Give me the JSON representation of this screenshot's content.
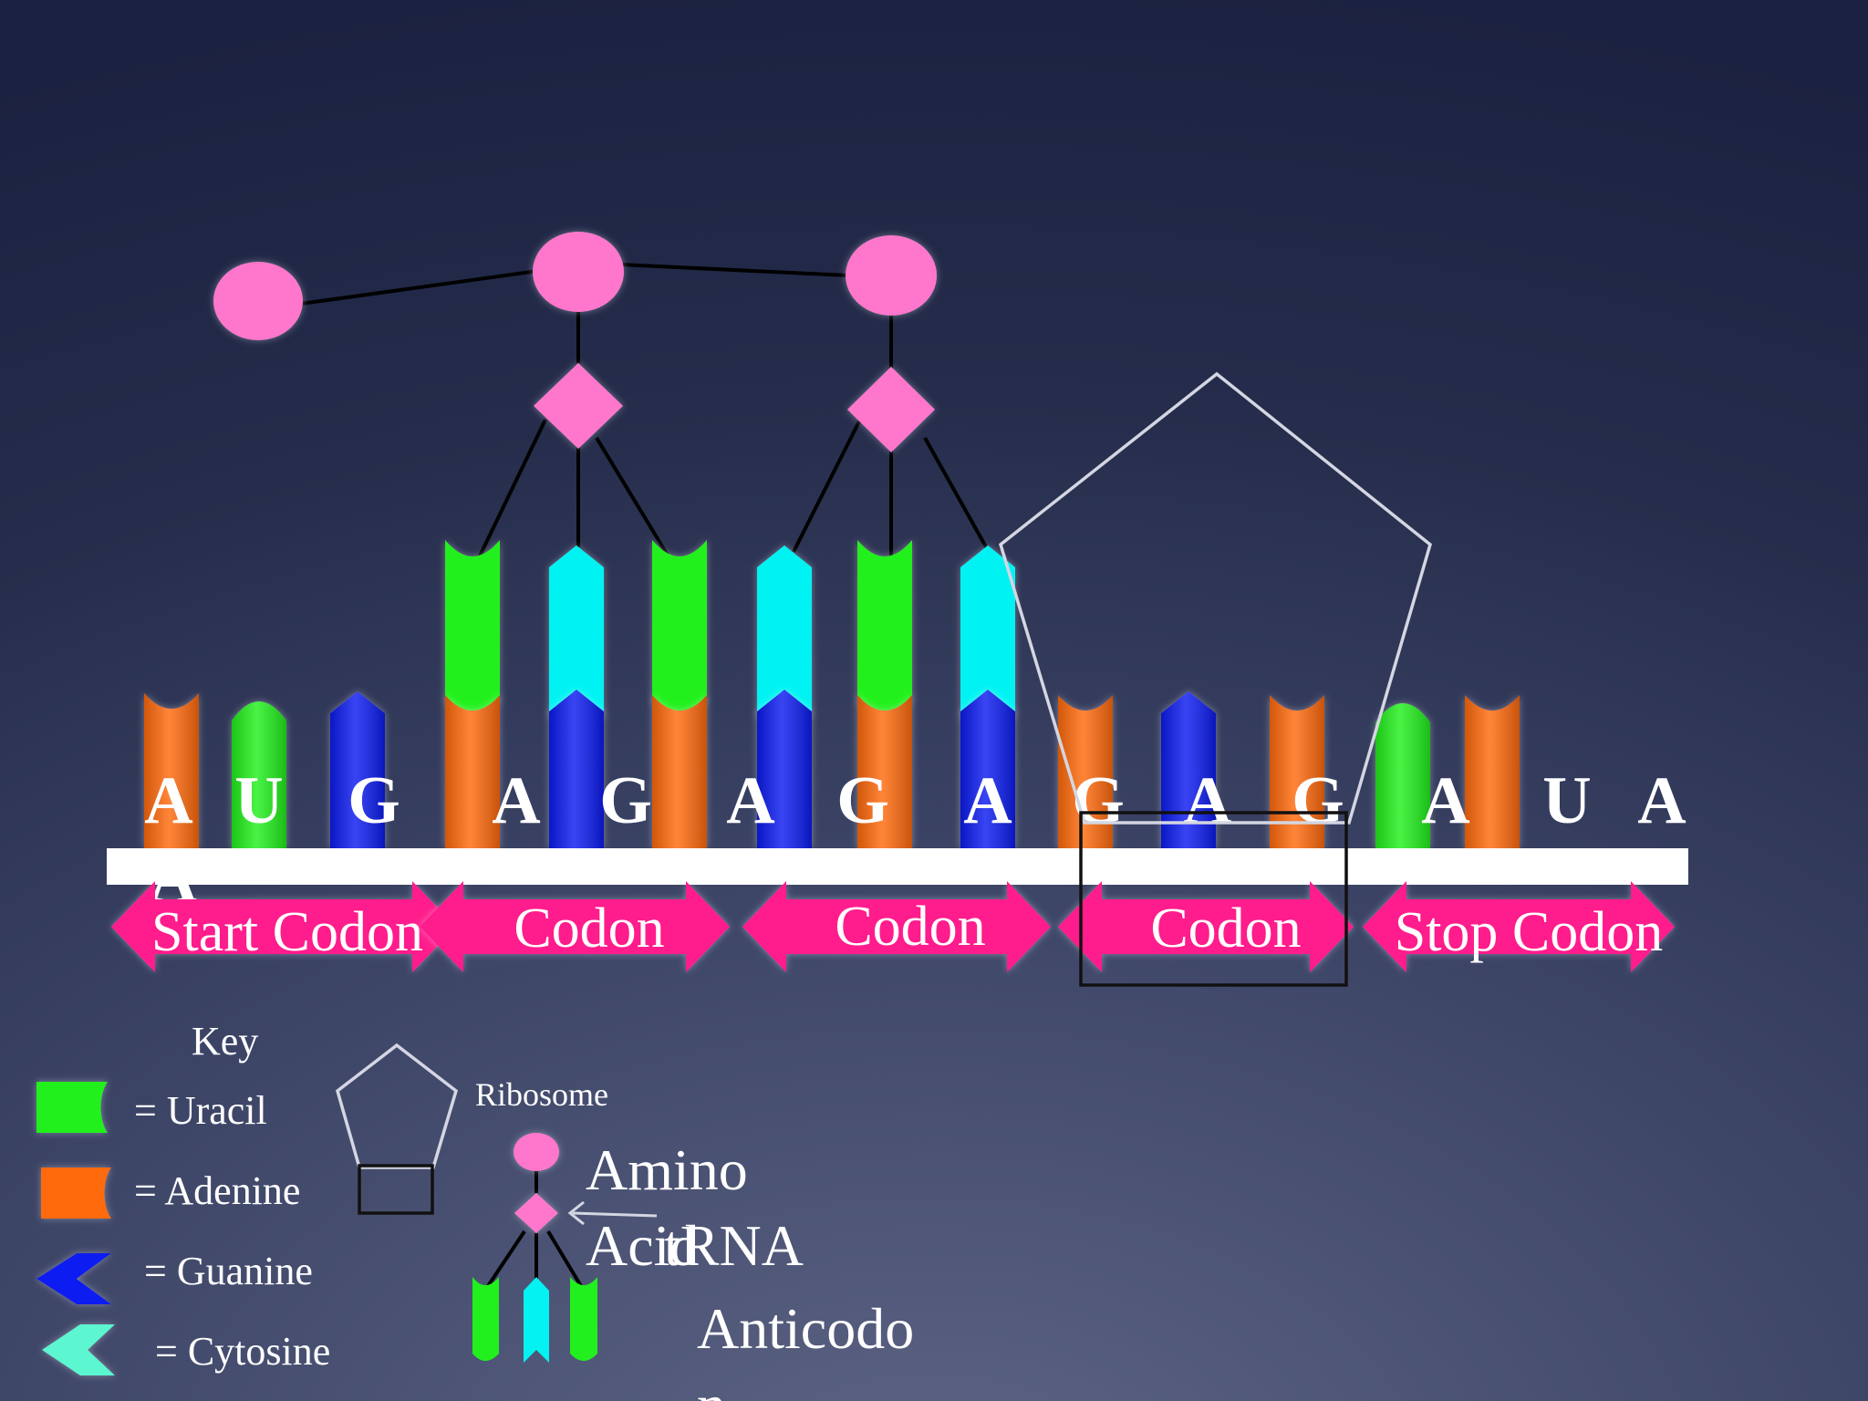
{
  "colors": {
    "uracil": "#22f01e",
    "adenine": "#ff6a0a",
    "guanine": "#0a1ef0",
    "cytosine": "#05f2f2",
    "cytosine_key": "#5cf6d0",
    "amino_acid": "#ff77cc",
    "arrow": "#ff1a8c",
    "strand": "#ffffff",
    "ribosome": "#d4d6e2"
  },
  "mrna": {
    "bases": [
      "A",
      "U",
      "G",
      "A",
      "G",
      "A",
      "G",
      "A",
      "G",
      "A",
      "G",
      "A",
      "U",
      "A"
    ],
    "stray_letter": "A"
  },
  "trna_bases": [
    "U",
    "C",
    "U",
    "C",
    "U",
    "C"
  ],
  "codons": {
    "start": "Start Codon",
    "codon_1": "Codon",
    "codon_2": "Codon",
    "codon_3": "Codon",
    "stop": "Stop Codon"
  },
  "key": {
    "title": "Key",
    "uracil": "= Uracil",
    "adenine": "= Adenine",
    "guanine": "= Guanine",
    "cytosine": "= Cytosine"
  },
  "legend": {
    "ribosome": "Ribosome",
    "amino_acid_line1": "Amino",
    "amino_acid_line2": "Acid",
    "trna": "tRNA",
    "anticodon_line1": "Anticodo",
    "anticodon_line2": "n"
  }
}
